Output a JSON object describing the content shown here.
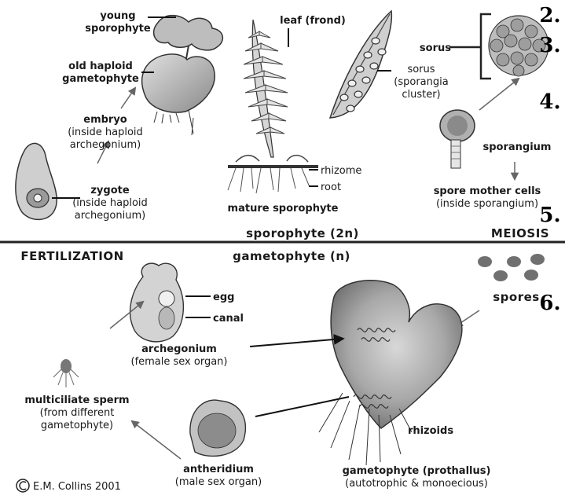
{
  "labels": {
    "young_sporophyte": [
      "young",
      "sporophyte"
    ],
    "old_gametophyte": [
      "old haploid",
      "gametophyte"
    ],
    "embryo": [
      "embryo",
      "(inside haploid",
      "archegonium)"
    ],
    "zygote": [
      "zygote",
      "(inside haploid",
      "archegonium)"
    ],
    "leaf": "leaf (frond)",
    "sorus_leaf": [
      "sorus",
      "(sporangia",
      "cluster)"
    ],
    "sorus": "sorus",
    "rhizome": "rhizome",
    "root": "root",
    "mature_sporophyte": "mature sporophyte",
    "sporangium": "sporangium",
    "spore_mother_cells": [
      "spore mother cells",
      "(inside sporangium)"
    ],
    "sporophyte_2n": "sporophyte (2n)",
    "meiosis": "MEIOSIS",
    "fertilization": "FERTILIZATION",
    "gametophyte_n": "gametophyte (n)",
    "egg": "egg",
    "canal": "canal",
    "archegonium": [
      "archegonium",
      "(female sex organ)"
    ],
    "spores": "spores",
    "multiciliate_sperm": [
      "multiciliate sperm",
      "(from different",
      "gametophyte)"
    ],
    "rhizoids": "rhizoids",
    "antheridium": [
      "antheridium",
      "(male sex organ)"
    ],
    "gametophyte_prothallus": [
      "gametophyte (prothallus)",
      "(autotrophic & monoecious)"
    ],
    "credit": "E.M. Collins 2001"
  },
  "numbers": [
    "2.",
    "3.",
    "4.",
    "5.",
    "6."
  ]
}
